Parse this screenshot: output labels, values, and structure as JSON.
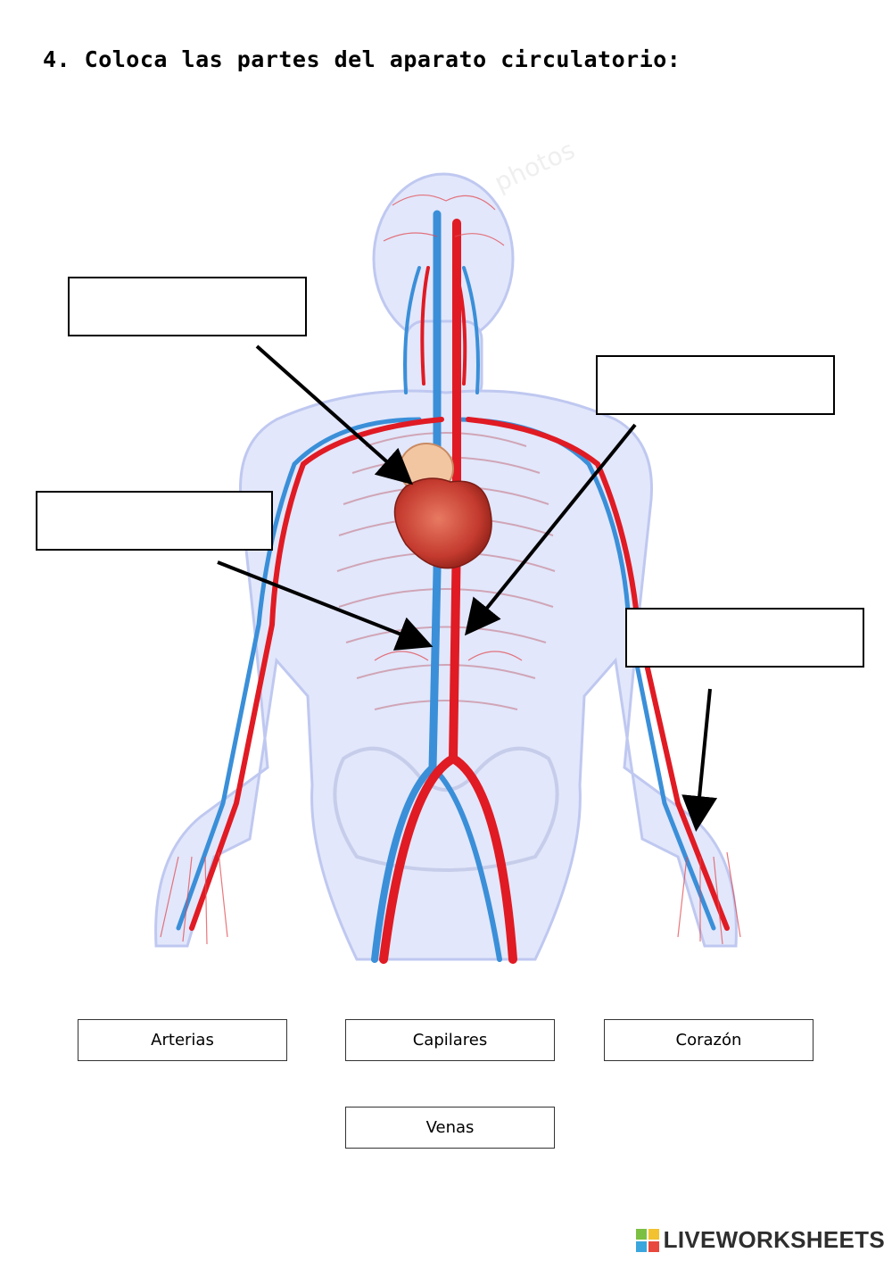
{
  "worksheet": {
    "title": "4. Coloca las partes del aparato circulatorio:"
  },
  "figure": {
    "icon": "circulatory-system-illustration",
    "colors": {
      "artery": "#e01b24",
      "vein": "#3a8fd8",
      "heart": "#c8453a",
      "body": "#cfd7f5"
    }
  },
  "drop_zones": [
    {
      "id": "zone-1",
      "value": ""
    },
    {
      "id": "zone-2",
      "value": ""
    },
    {
      "id": "zone-3",
      "value": ""
    },
    {
      "id": "zone-4",
      "value": ""
    }
  ],
  "answer_chips": [
    {
      "label": "Arterias"
    },
    {
      "label": "Capilares"
    },
    {
      "label": "Corazón"
    },
    {
      "label": "Venas"
    }
  ],
  "footer": {
    "brand": "LIVEWORKSHEETS",
    "icon": "liveworksheets-logo-icon"
  }
}
